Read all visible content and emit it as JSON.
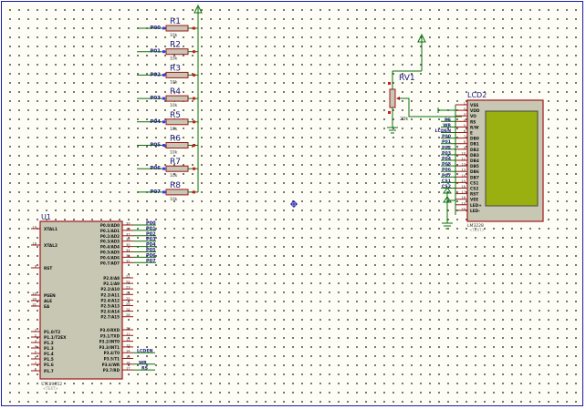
{
  "resistors": [
    {
      "name": "R1",
      "net": "P00",
      "value": "10k"
    },
    {
      "name": "R2",
      "net": "P01",
      "value": "10k"
    },
    {
      "name": "R3",
      "net": "P02",
      "value": "10k"
    },
    {
      "name": "R4",
      "net": "P03",
      "value": "10k"
    },
    {
      "name": "R5",
      "net": "P04",
      "value": "10k"
    },
    {
      "name": "R6",
      "net": "P05",
      "value": "10k"
    },
    {
      "name": "R7",
      "net": "P06",
      "value": "10k"
    },
    {
      "name": "R8",
      "net": "P07",
      "value": "10k"
    }
  ],
  "rv1": {
    "name": "RV1",
    "value": "20k"
  },
  "lcd": {
    "name": "LCD2",
    "part": "LM3228",
    "sub": "<TEXT>",
    "pins": [
      "VSS",
      "VDD",
      "VO",
      "RS",
      "R/W",
      "E",
      "DB0",
      "DB1",
      "DB2",
      "DB3",
      "DB4",
      "DB5",
      "DB6",
      "DB7",
      "CS1",
      "CS2",
      "RST",
      "VEE",
      "LED+",
      "LED-"
    ],
    "nets": [
      "RS",
      "WR",
      "LCDEN",
      "P00",
      "P01",
      "P02",
      "P03",
      "P04",
      "P05",
      "P06",
      "P07",
      "CS1",
      "CS2"
    ],
    "pin_numbers": [
      "1",
      "2",
      "3",
      "4",
      "5",
      "6",
      "7",
      "8",
      "9",
      "10",
      "11",
      "12",
      "13",
      "14",
      "15",
      "16",
      "17",
      "18",
      "19",
      "20"
    ]
  },
  "u1": {
    "name": "U1",
    "part": "STC89C52",
    "sub": "<TEXT>",
    "left_pins": [
      "XTAL1",
      "XTAL2",
      "RST",
      "PSEN",
      "ALE",
      "EA",
      "P1.0/T2",
      "P1.1/T2EX",
      "P1.2",
      "P1.3",
      "P1.4",
      "P1.5",
      "P1.6",
      "P1.7"
    ],
    "left_pin_numbers": [
      "19",
      "18",
      "9",
      "29",
      "30",
      "31",
      "1",
      "2",
      "3",
      "4",
      "5",
      "6",
      "7",
      "8"
    ],
    "right_pins": [
      "P0.0/AD0",
      "P0.1/AD1",
      "P0.2/AD2",
      "P0.3/AD3",
      "P0.4/AD4",
      "P0.5/AD5",
      "P0.6/AD6",
      "P0.7/AD7",
      "P2.0/A8",
      "P2.1/A9",
      "P2.2/A10",
      "P2.3/A11",
      "P2.4/A12",
      "P2.5/A13",
      "P2.6/A14",
      "P2.7/A15",
      "P3.0/RXD",
      "P3.1/TXD",
      "P3.2/INT0",
      "P3.3/INT1",
      "P3.4/T0",
      "P3.5/T1",
      "P3.6/WR",
      "P3.7/RD"
    ],
    "right_pin_numbers": [
      "39",
      "38",
      "37",
      "36",
      "35",
      "34",
      "33",
      "32",
      "21",
      "22",
      "23",
      "24",
      "25",
      "26",
      "27",
      "28",
      "10",
      "11",
      "12",
      "13",
      "14",
      "15",
      "16",
      "17"
    ],
    "right_nets": [
      "P00",
      "P01",
      "P02",
      "P03",
      "P04",
      "P05",
      "P06",
      "P07"
    ],
    "port3_nets": {
      "p34": "LCDEN",
      "p36": "WR",
      "p37": "RS"
    }
  },
  "colors": {
    "wire": "#0a6e0a",
    "body": "#c7c7b3",
    "outline": "#a0151a",
    "label": "#1a1a7a",
    "lcdscreen": "#9ab010",
    "pin_blue": "#3a3aff",
    "pin_red": "#d11a1a"
  }
}
